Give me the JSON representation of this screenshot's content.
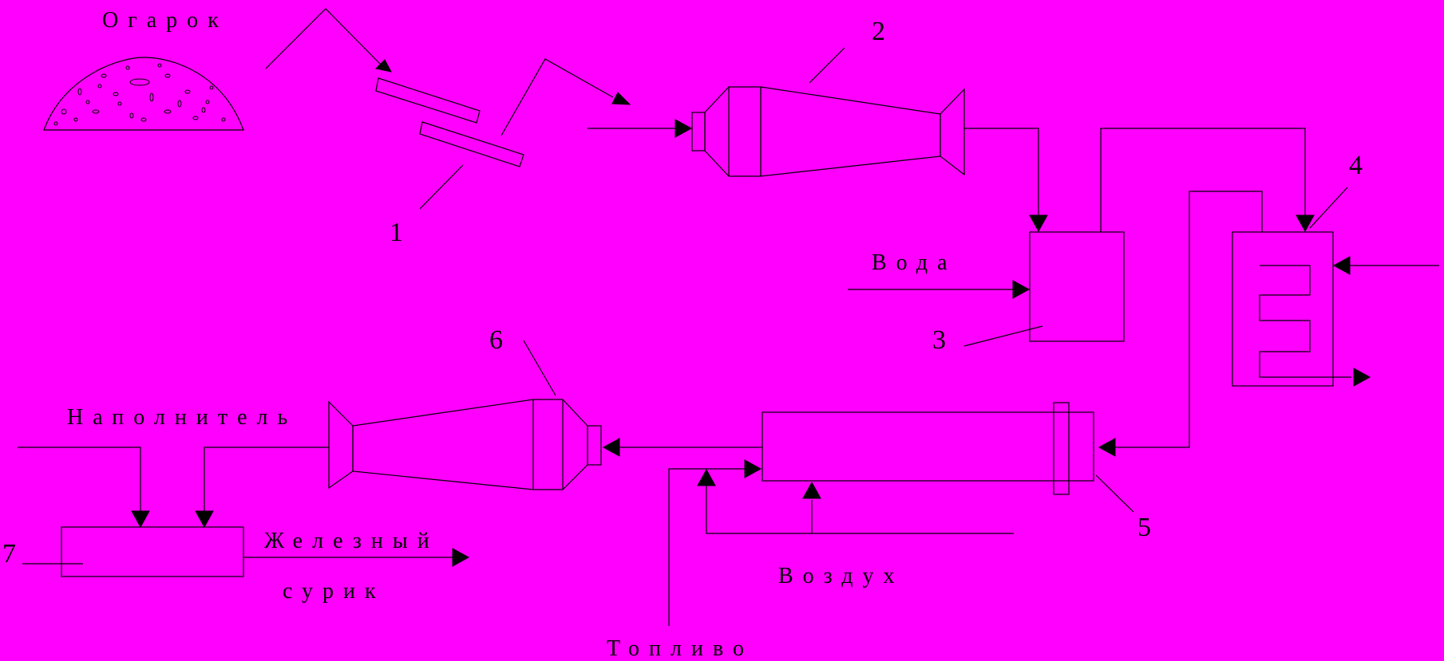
{
  "diagram": {
    "background_color": "#FF00FF",
    "line_color": "#000000",
    "labels": {
      "cinder": "Огарок",
      "water": "Вода",
      "filler": "Наполнитель",
      "product_line1": "Железный",
      "product_line2": "сурик",
      "air": "Воздух",
      "fuel": "Топливо"
    },
    "numbers": {
      "n1": "1",
      "n2": "2",
      "n3": "3",
      "n4": "4",
      "n5": "5",
      "n6": "6",
      "n7": "7"
    }
  }
}
